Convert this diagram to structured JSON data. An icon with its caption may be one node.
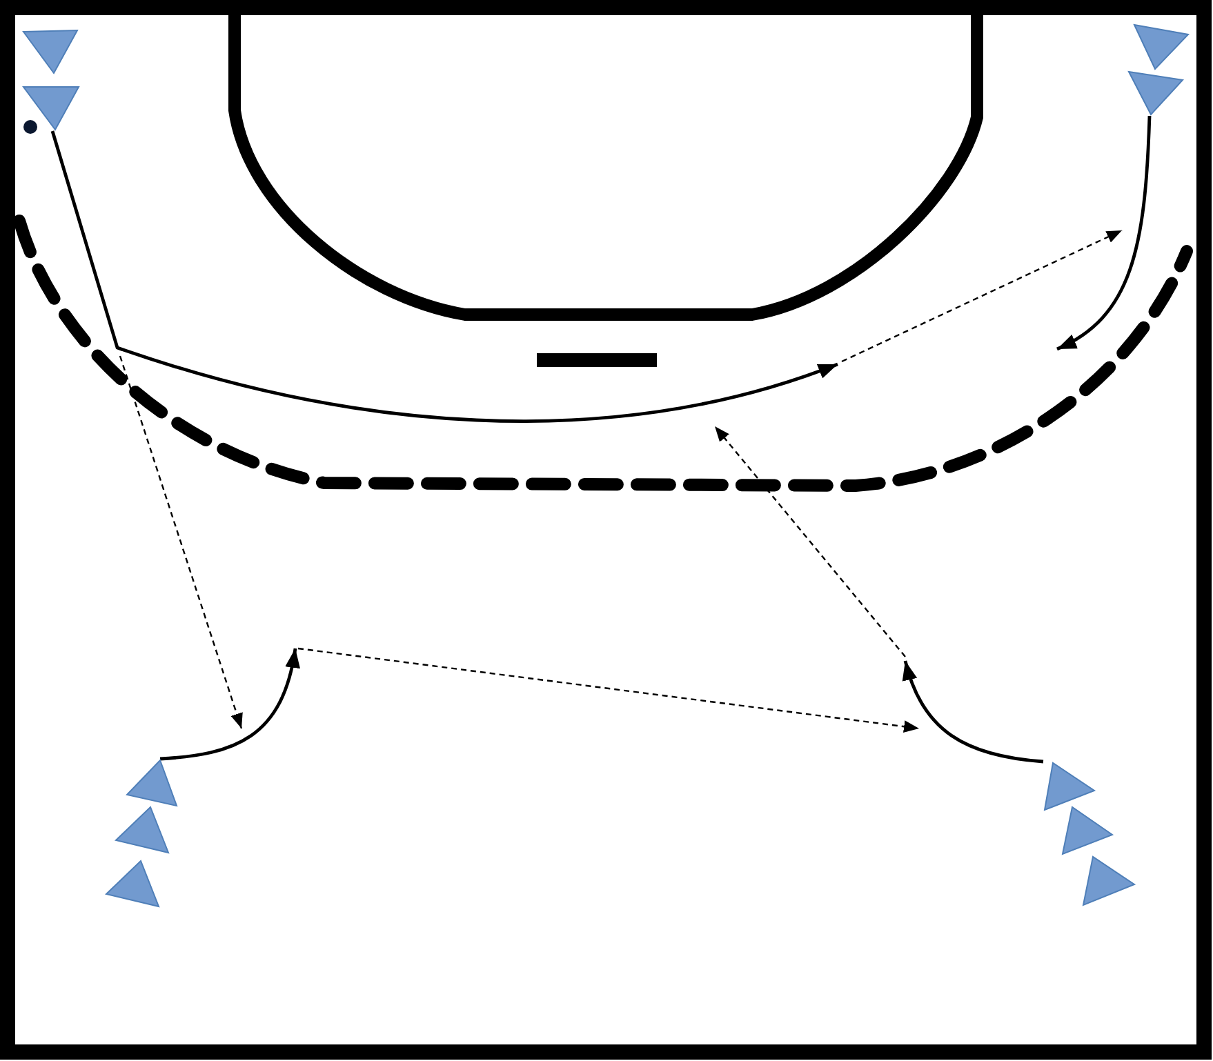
{
  "diagram": {
    "nodes": [
      {
        "text": [],
        "shape": "triangle"
      },
      {
        "text": [],
        "shape": "triangle"
      },
      {
        "text": [],
        "shape": "triangle"
      },
      {
        "text": [],
        "shape": "triangle"
      },
      {
        "text": [],
        "shape": "triangle"
      },
      {
        "text": [],
        "shape": "triangle"
      },
      {
        "text": [],
        "shape": "triangle"
      },
      {
        "text": [],
        "shape": "triangle"
      },
      {
        "text": [],
        "shape": "triangle"
      },
      {
        "text": [],
        "shape": "triangle"
      }
    ],
    "edges": [
      {
        "from": 1,
        "to": null,
        "arrow": "to"
      },
      {
        "from": 4,
        "to": null,
        "arrow": "to"
      },
      {
        "from": 7,
        "to": null,
        "arrow": "to"
      },
      {
        "from": 3,
        "to": null,
        "arrow": "to"
      }
    ]
  }
}
